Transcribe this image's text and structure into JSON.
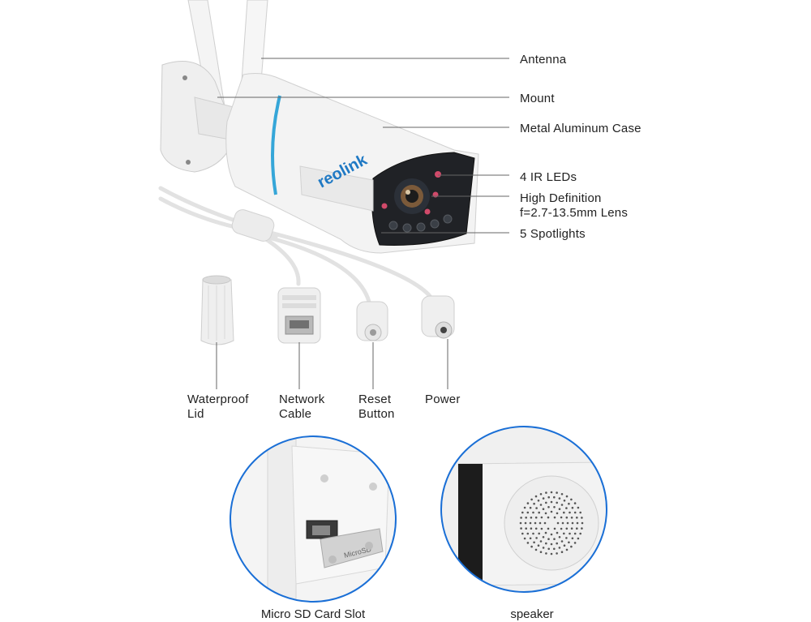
{
  "brand": "reolink",
  "callouts": {
    "antenna": "Antenna",
    "mount": "Mount",
    "case": "Metal Aluminum Case",
    "ir_leds": "4 IR LEDs",
    "lens_line1": "High Definition",
    "lens_line2": "f=2.7-13.5mm Lens",
    "spotlights": "5 Spotlights"
  },
  "connectors": {
    "lid_line1": "Waterproof",
    "lid_line2": "Lid",
    "network_line1": "Network",
    "network_line2": "Cable",
    "reset_line1": "Reset",
    "reset_line2": "Button",
    "power": "Power"
  },
  "details": {
    "sd_caption": "Micro SD Card Slot",
    "sd_lid_text": "MicroSD",
    "speaker_caption": "speaker"
  },
  "colors": {
    "accent_ring": "#1a6fd6",
    "case_stripe": "#35a6d8",
    "leader_line": "#666666",
    "case_white": "#f2f2f2"
  }
}
